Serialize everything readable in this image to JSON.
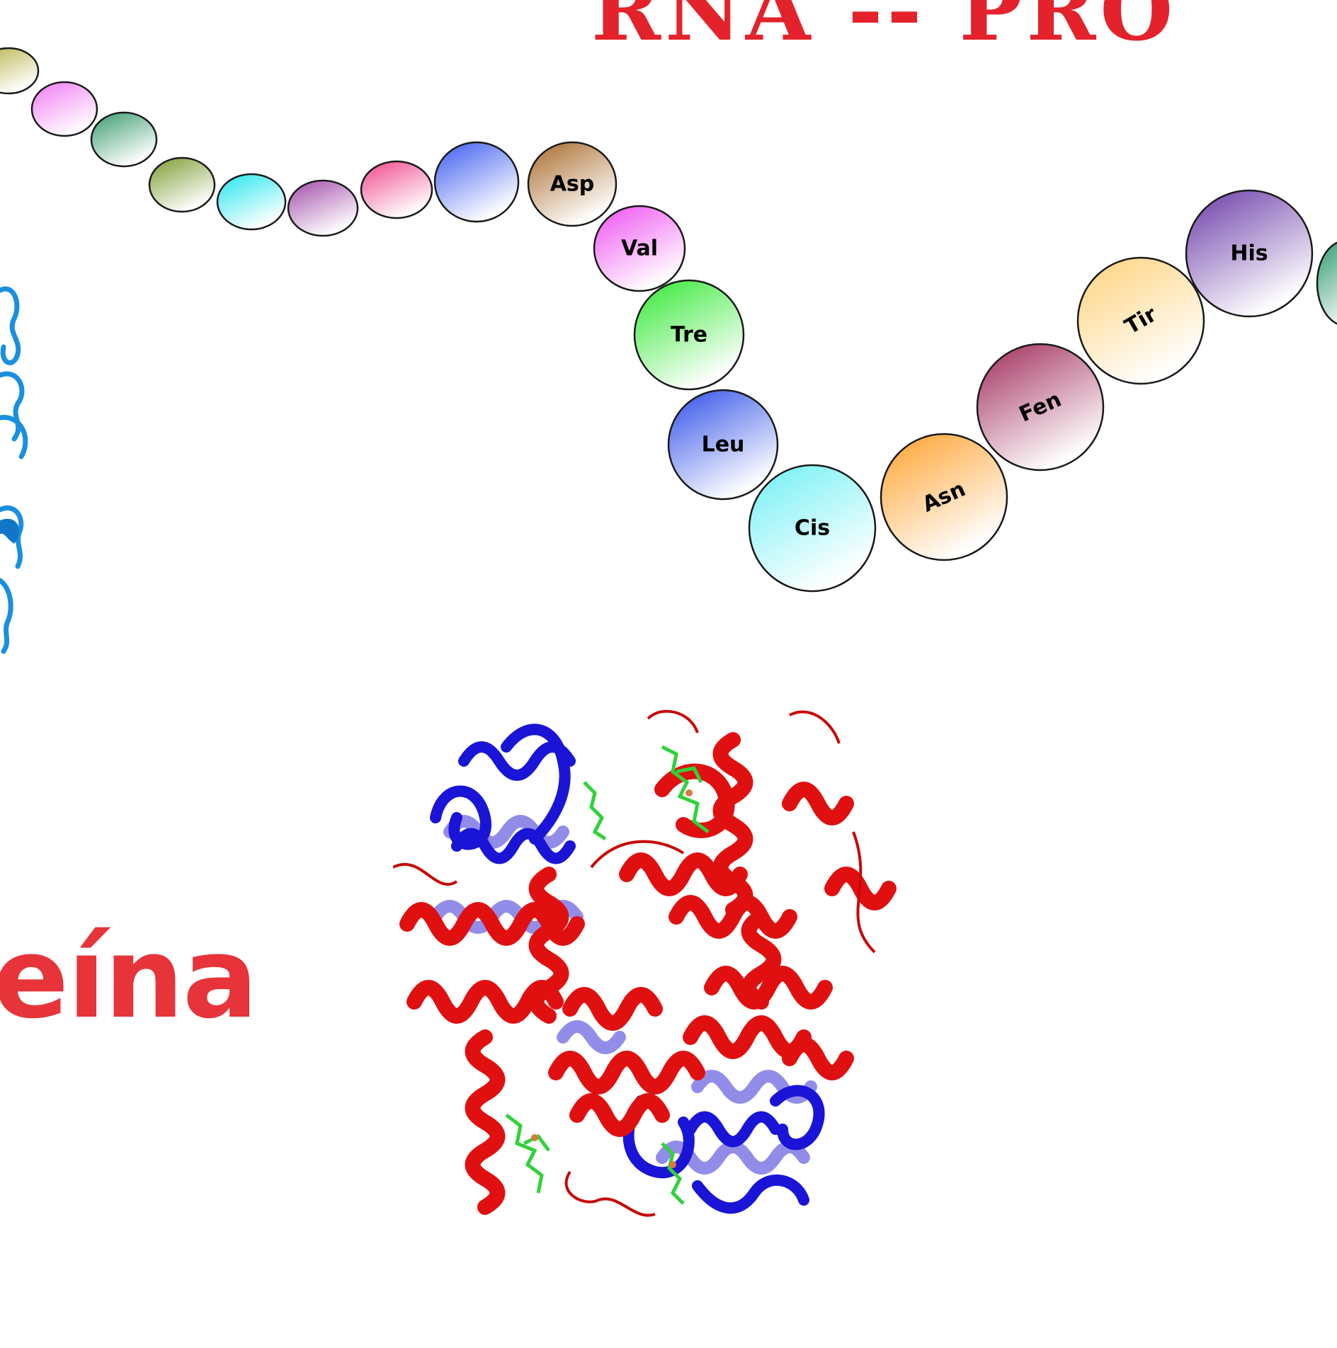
{
  "header": {
    "title_fragment": "RNA -- PRO"
  },
  "left_label": "eína",
  "colors": {
    "title_red": "#e3222b",
    "label_red": "#e6343a",
    "helix_red": "#e01010",
    "helix_blue": "#1a14d6",
    "heme_green": "#2fd23a",
    "left_protein_blue": "#1a8fe0"
  },
  "chain": {
    "beads": [
      {
        "label": "",
        "color": "#b8b24a"
      },
      {
        "label": "",
        "color": "#f07af0"
      },
      {
        "label": "",
        "color": "#3a9a6e"
      },
      {
        "label": "",
        "color": "#7a9a2e"
      },
      {
        "label": "",
        "color": "#22e6ee"
      },
      {
        "label": "",
        "color": "#a04aa8"
      },
      {
        "label": "",
        "color": "#f0468a"
      },
      {
        "label": "",
        "color": "#3a5af0"
      },
      {
        "label": "Asp",
        "color": "#a86a2a"
      },
      {
        "label": "Val",
        "color": "#ee4ef0"
      },
      {
        "label": "Tre",
        "color": "#30e830"
      },
      {
        "label": "Leu",
        "color": "#2e4ee8"
      },
      {
        "label": "Cis",
        "color": "#6ff0f4"
      },
      {
        "label": "Asn",
        "color": "#ffa02a"
      },
      {
        "label": "Fen",
        "color": "#a02a5a"
      },
      {
        "label": "Tir",
        "color": "#ffd27a"
      },
      {
        "label": "His",
        "color": "#6a3aa8"
      },
      {
        "label": "",
        "color": "#2e9a6e"
      }
    ]
  },
  "icons": {
    "protein_structure": "hemoglobin-ribbon-icon",
    "left_protein": "protein-ribbon-icon"
  }
}
